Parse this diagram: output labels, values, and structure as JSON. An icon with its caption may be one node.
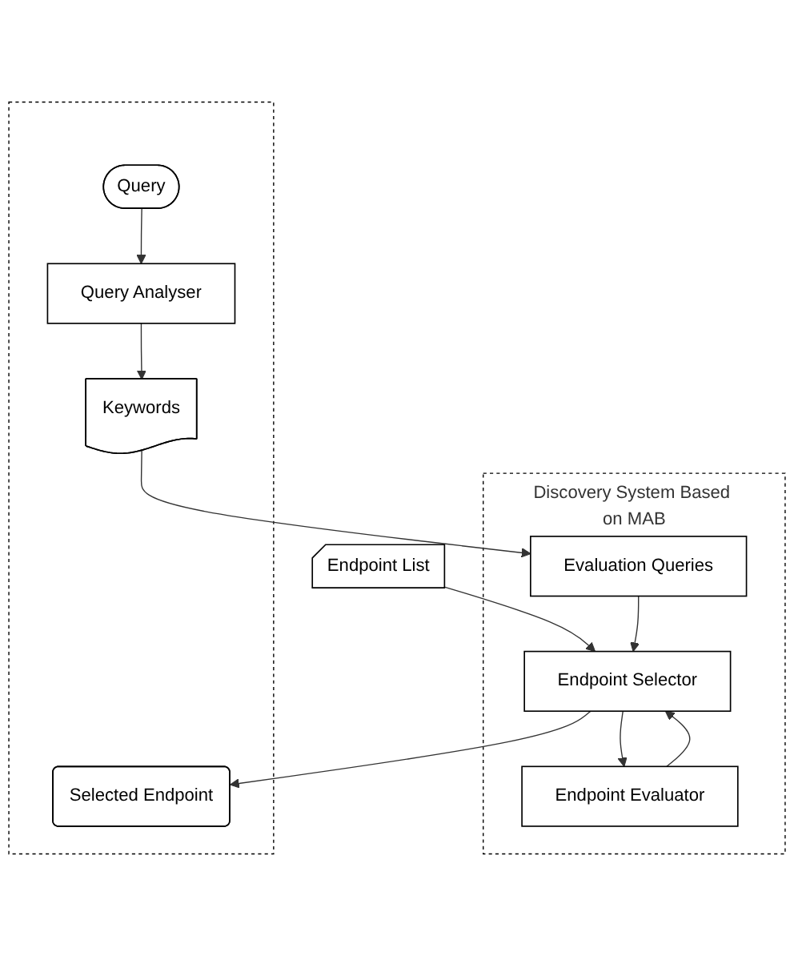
{
  "diagram": {
    "nodes": [
      {
        "text": [],
        "shape": "box"
      },
      {
        "text": [
          "Query"
        ],
        "in": 0
      },
      {
        "text": [
          "Query Analyser"
        ],
        "in": 0
      },
      {
        "text": [
          "Keywords"
        ],
        "in": 0
      },
      {
        "text": [
          "Selected Endpoint"
        ],
        "in": 0
      },
      {
        "text": [
          "Endpoint List"
        ]
      },
      {
        "text": [
          "Discovery System Based on MAB"
        ]
      },
      {
        "text": [
          "Evaluation Queries"
        ],
        "in": 6
      },
      {
        "text": [
          "Endpoint Selector"
        ],
        "in": 6
      },
      {
        "text": [
          "Endpoint Evaluator"
        ],
        "in": 6
      }
    ],
    "edges": [
      {
        "from": 1,
        "to": 2,
        "arrow": "to"
      },
      {
        "from": 2,
        "to": 3,
        "arrow": "to"
      },
      {
        "from": 3,
        "to": 7,
        "arrow": "to"
      },
      {
        "from": 5,
        "to": 8,
        "arrow": "to"
      },
      {
        "from": 7,
        "to": 8,
        "arrow": "to"
      },
      {
        "from": 8,
        "to": 4,
        "arrow": "to"
      },
      {
        "from": 8,
        "to": 9,
        "arrow": "to"
      },
      {
        "from": 9,
        "to": 8,
        "arrow": "to"
      }
    ]
  }
}
